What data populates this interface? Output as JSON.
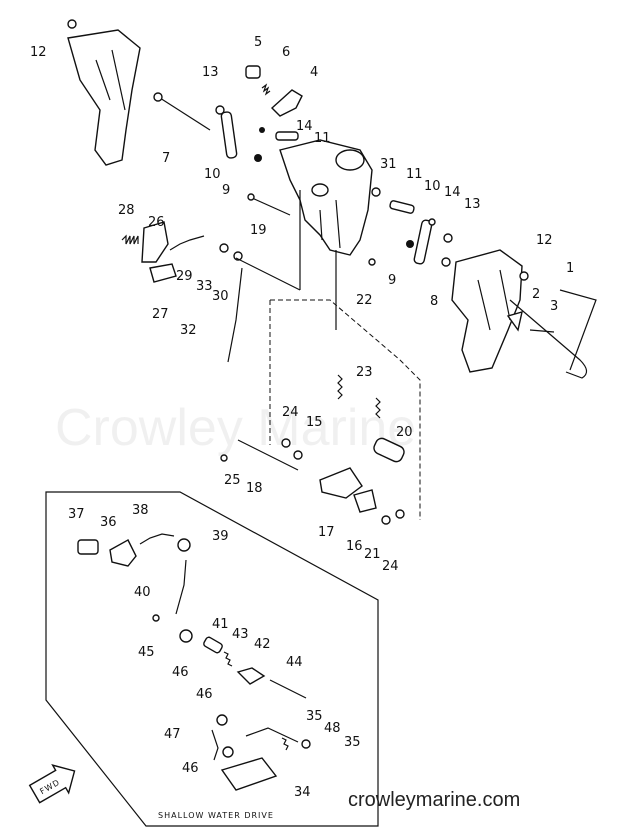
{
  "watermark": "Crowley Marine",
  "site": "crowleymarine.com",
  "caption": "SHALLOW WATER DRIVE",
  "fwd_label": "FWD",
  "callouts": [
    "1",
    "2",
    "3",
    "4",
    "5",
    "6",
    "7",
    "8",
    "9",
    "10",
    "11",
    "12",
    "13",
    "14",
    "15",
    "16",
    "17",
    "18",
    "19",
    "20",
    "21",
    "22",
    "23",
    "24",
    "25",
    "26",
    "27",
    "28",
    "29",
    "30",
    "31",
    "32",
    "33",
    "34",
    "35",
    "36",
    "37",
    "38",
    "39",
    "40",
    "41",
    "42",
    "43",
    "44",
    "45",
    "46",
    "47",
    "48"
  ]
}
